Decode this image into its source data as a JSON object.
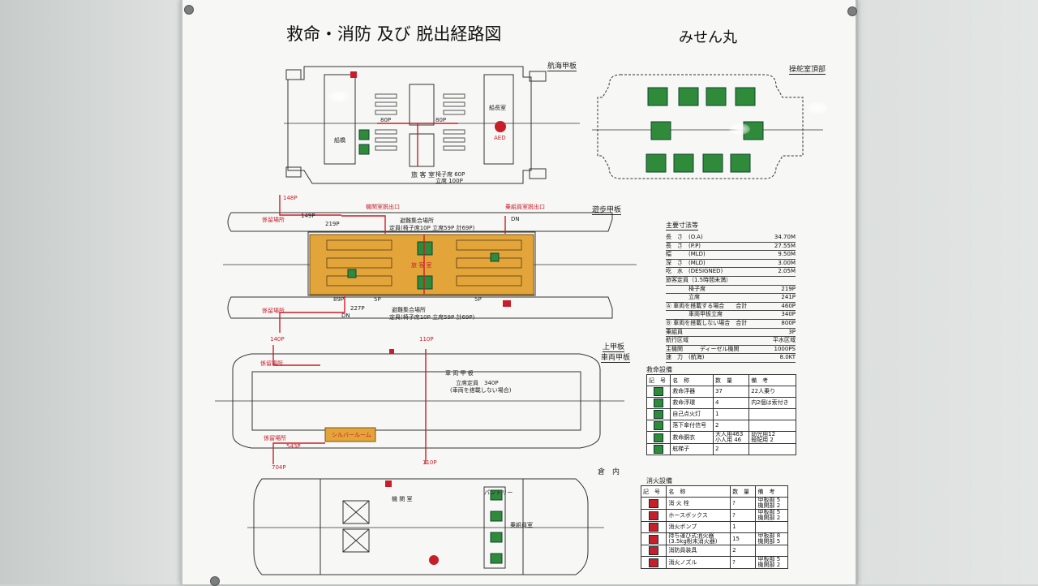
{
  "board": {
    "title": "救命・消防 及び 脱出経路図",
    "ship_name": "みせん丸"
  },
  "decks": {
    "nav_deck": "航海甲板",
    "wheelhouse_top": "操舵室頂部",
    "promenade_deck": "遊歩甲板",
    "upper_deck": "上甲板",
    "vehicle_deck": "車両甲板",
    "hold": "倉　内"
  },
  "nav_deck_labels": {
    "cabin": "旅 客 室",
    "seats_line1": "椅子席 60P",
    "seats_line2": "立席 100P",
    "bridge": "船橋",
    "captain_room": "船長室",
    "aed": "AED",
    "p80a": "80P",
    "p80b": "80P"
  },
  "promenade_labels": {
    "engine_exit": "機関室脱出口",
    "crew_exit": "乗組員室脱出口",
    "assembly_top": "避難集合場所",
    "assembly_bottom": "避難集合場所",
    "capacity_top": "定員(椅子席10P 立席59P 計69P)",
    "capacity_bottom": "定員(椅子席10P 立席59P 計69P)",
    "cabin": "旅 客 室",
    "mooring_top": "係留場所",
    "mooring_bottom": "係留場所",
    "p148": "148P",
    "p219": "219P",
    "p227": "227P",
    "p149": "149P",
    "p89": "89P",
    "dn1": "DN",
    "dn2": "DN",
    "p5a": "5P",
    "p5b": "5P"
  },
  "upper_labels": {
    "vehicle_area": "車 両 甲 板",
    "standing": "立席定員　340P",
    "note": "(車両を搭載しない場合)",
    "mooring_top": "係留場所",
    "mooring_bottom": "係留場所",
    "silver_room": "シルバールーム",
    "p140": "140P",
    "p110a": "110P",
    "p110b": "110P",
    "p543": "543P",
    "p704": "704P"
  },
  "hold_labels": {
    "engine_room": "機 関 室",
    "pantry": "パントリー",
    "crew_room": "乗組員室"
  },
  "dimensions": {
    "heading": "主要寸法等",
    "rows": [
      {
        "k": "長　さ　(O.A)",
        "v": "34.70M"
      },
      {
        "k": "長　さ　(P.P)",
        "v": "27.55M"
      },
      {
        "k": "幅　　　(MLD)",
        "v": "9.50M"
      },
      {
        "k": "深　さ　(MLD)",
        "v": "3.00M"
      },
      {
        "k": "吃　水　(DESIGNED)",
        "v": "2.05M"
      },
      {
        "k": "旅客定員（1.5時間未満）",
        "v": ""
      },
      {
        "k": "　　　　椅子席",
        "v": "219P"
      },
      {
        "k": "　　　　立席",
        "v": "241P"
      },
      {
        "k": "Ⓐ 車両を搭載する場合　　合計",
        "v": "460P"
      },
      {
        "k": "　　　　車両甲板立席",
        "v": "340P"
      },
      {
        "k": "Ⓑ 車両を搭載しない場合　合計",
        "v": "800P"
      },
      {
        "k": "乗組員",
        "v": "3P"
      },
      {
        "k": "航行区域",
        "v": "平水区域"
      },
      {
        "k": "主機関　　　ディーゼル機関",
        "v": "1000PS"
      },
      {
        "k": "速　力　(航海)",
        "v": "8.0KT"
      }
    ]
  },
  "lifesaving": {
    "heading": "救命設備",
    "headers": [
      "記　号",
      "名　称",
      "数　量",
      "備　考"
    ],
    "rows": [
      {
        "name": "救命浮器",
        "qty": "37",
        "note": "22人乗り"
      },
      {
        "name": "救命浮環",
        "qty": "4",
        "note": "内2個は索付き"
      },
      {
        "name": "自己点火灯",
        "qty": "1",
        "note": ""
      },
      {
        "name": "落下傘付信号",
        "qty": "2",
        "note": ""
      },
      {
        "name": "救命胴衣",
        "qty": "大人用463\n小人用 46",
        "note": "幼児用12\n殺配用 2"
      },
      {
        "name": "舷梯子",
        "qty": "2",
        "note": ""
      }
    ]
  },
  "firefighting": {
    "heading": "消火設備",
    "headers": [
      "記　号",
      "名　称",
      "数　量",
      "備　考"
    ],
    "rows": [
      {
        "name": "消 火 栓",
        "qty": "?",
        "note": "甲板部 5\n機関部 2"
      },
      {
        "name": "ホースボックス",
        "qty": "?",
        "note": "甲板部 5\n機関部 2"
      },
      {
        "name": "消火ポンプ",
        "qty": "1",
        "note": ""
      },
      {
        "name": "持ち運び式消火器\n(3.5kg粉末消火器)",
        "qty": "15",
        "note": "甲板部 8\n機関部 5"
      },
      {
        "name": "消防員装具",
        "qty": "2",
        "note": ""
      },
      {
        "name": "消火ノズル",
        "qty": "?",
        "note": "甲板部 5\n機関部 2"
      }
    ]
  },
  "colors": {
    "route_red": "#c81e2a",
    "equipment_green": "#2f8a3a",
    "cabin_orange": "#e3a53a"
  }
}
